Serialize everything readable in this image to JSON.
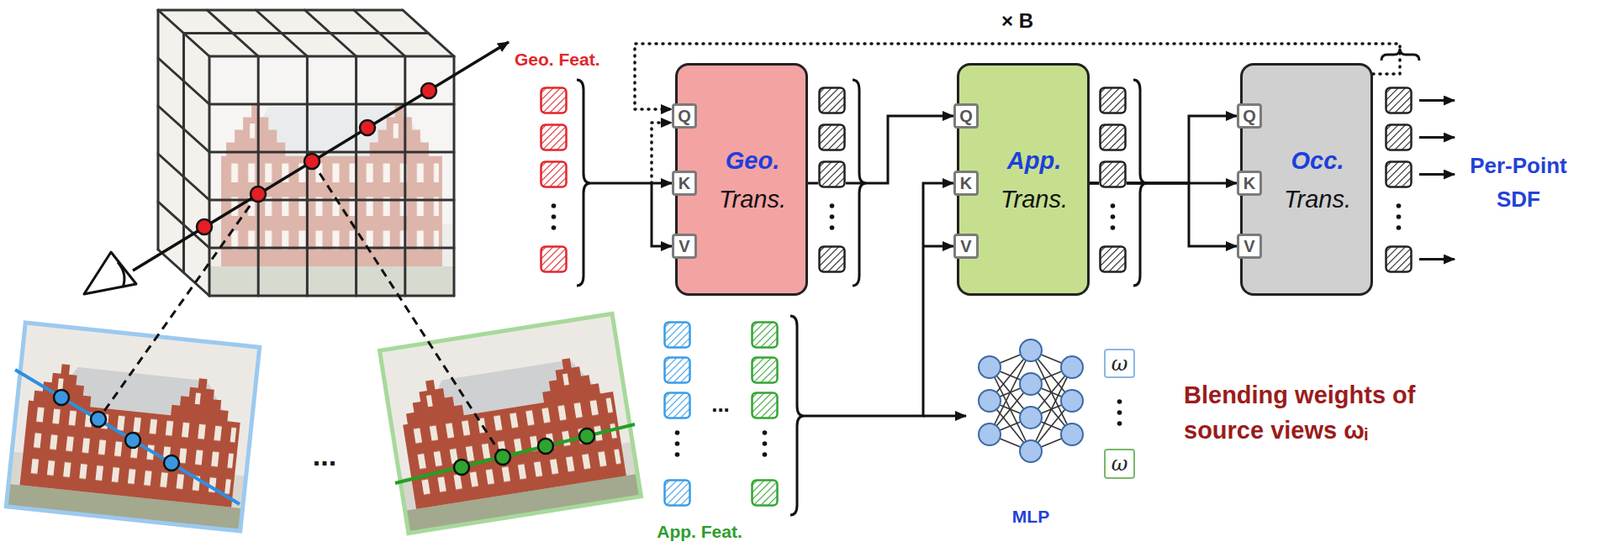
{
  "diagram": {
    "nodes": [
      {
        "text": [
          "Geo.",
          "Trans."
        ]
      },
      {
        "text": [
          "Q"
        ],
        "in": 0
      },
      {
        "text": [
          "K"
        ],
        "in": 0
      },
      {
        "text": [
          "V"
        ],
        "in": 0
      },
      {
        "text": [
          "App.",
          "Trans."
        ]
      },
      {
        "text": [
          "Q"
        ],
        "in": 4
      },
      {
        "text": [
          "K"
        ],
        "in": 4
      },
      {
        "text": [
          "V"
        ],
        "in": 4
      },
      {
        "text": [
          "Occ.",
          "Trans."
        ]
      },
      {
        "text": [
          "Q"
        ],
        "in": 8
      },
      {
        "text": [
          "K"
        ],
        "in": 8
      },
      {
        "text": [
          "V"
        ],
        "in": 8
      },
      {
        "text": [
          "MLP"
        ]
      },
      {
        "text": [
          "ω"
        ]
      },
      {
        "text": [
          "ω"
        ]
      }
    ],
    "edges": [
      {
        "from": 0,
        "to": 5,
        "arrow": "to"
      },
      {
        "from": 4,
        "to": 9,
        "arrow": "to"
      },
      {
        "from": 4,
        "to": 10,
        "arrow": "to"
      },
      {
        "from": 4,
        "to": 11,
        "arrow": "to"
      },
      {
        "from": 8,
        "to": 1,
        "label": "× B",
        "arrow": "to"
      }
    ],
    "labels": [
      "Geo. Feat.",
      "App. Feat.",
      "Per-Point SDF",
      "Blending weights of source views ωᵢ",
      "...",
      "..."
    ]
  }
}
